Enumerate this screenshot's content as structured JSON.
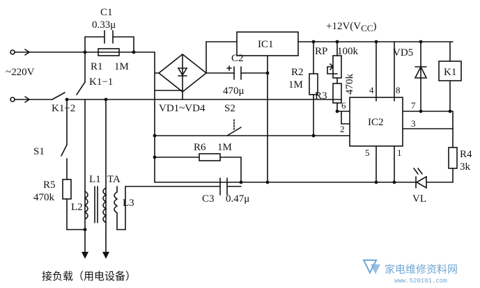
{
  "labels": {
    "c1": "C1",
    "c1_val": "0.33μ",
    "r1": "R1",
    "r1_val": "1M",
    "k1_1": "K1−1",
    "mains": "~220V",
    "k1_2": "K1−2",
    "ic1": "IC1",
    "c2": "C2",
    "c2_val": "470μ",
    "bridge": "VD1~VD4",
    "s2": "S2",
    "vcc": "+12V(V",
    "vcc_sub": "CC",
    "vcc_close": ")",
    "rp": "RP",
    "rp_val": "100k",
    "rp_val2": "470k",
    "r2": "R2",
    "r2_val": "1M",
    "r3": "R3",
    "vd5": "VD5",
    "k1": "K1",
    "ic2": "IC2",
    "pin4": "4",
    "pin8": "8",
    "pin6": "6",
    "pin7": "7",
    "pin2": "2",
    "pin3": "3",
    "pin5": "5",
    "pin1": "1",
    "s1": "S1",
    "r6": "R6",
    "r6_val": "1M",
    "r4": "R4",
    "r4_val": "3k",
    "r5": "R5",
    "r5_val": "470k",
    "l1": "L1",
    "ta": "TA",
    "l2": "L2",
    "l3": "L3",
    "c3": "C3",
    "c3_val": "0.47μ",
    "vl": "VL",
    "load": "接负载（用电设备）"
  },
  "watermark": {
    "name": "家电维修资料网",
    "url": "www.520101.com"
  }
}
